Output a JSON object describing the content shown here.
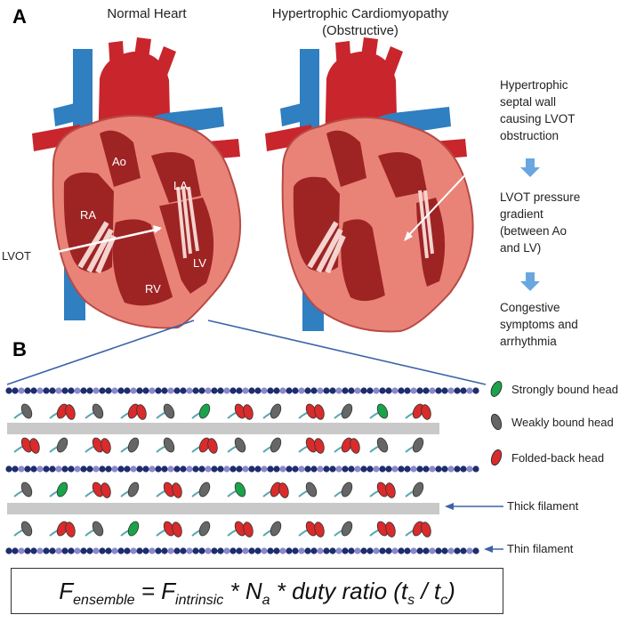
{
  "panel_a": {
    "label": "A",
    "normal_title": "Normal Heart",
    "hcm_title_line1": "Hypertrophic Cardiomyopathy",
    "hcm_title_line2": "(Obstructive)",
    "chambers": {
      "ao": "Ao",
      "la": "LA",
      "ra": "RA",
      "lv": "LV",
      "rv": "RV"
    },
    "lvot_label": "LVOT",
    "notes": [
      [
        "Hypertrophic",
        "septal wall",
        "causing LVOT",
        "obstruction"
      ],
      [
        "LVOT pressure",
        "gradient",
        "(between Ao",
        "and LV)"
      ],
      [
        "Congestive",
        "symptoms and",
        "arrhythmia"
      ]
    ],
    "colors": {
      "artery": "#c8262c",
      "vein": "#2f7fc1",
      "myocardium": "#e98378",
      "chamber": "#9e2424",
      "arrow": "#6aa7e0"
    }
  },
  "panel_b": {
    "label": "B",
    "legend": [
      {
        "label": "Strongly bound head",
        "color": "#1aa34a"
      },
      {
        "label": "Weakly bound head",
        "color": "#666666"
      },
      {
        "label": "Folded-back head",
        "color": "#d92b2b"
      }
    ],
    "thick_filament_label": "Thick filament",
    "thin_filament_label": "Thin filament"
  },
  "formula": {
    "f": "F",
    "ensemble": "ensemble",
    "eq": " = ",
    "intrinsic": "intrinsic",
    "times1": " * N",
    "a": "a",
    "rest": " * duty ratio (t",
    "s": "s",
    "slash": " / t",
    "c": "c",
    "close": ")"
  }
}
